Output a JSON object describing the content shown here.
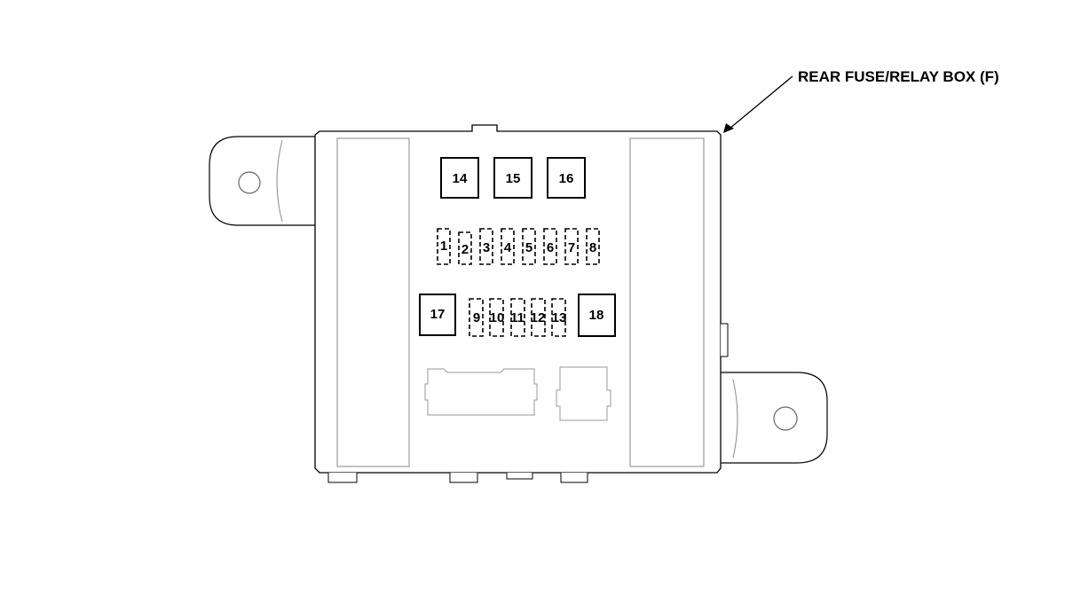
{
  "callout": {
    "label": "REAR FUSE/RELAY BOX (F)"
  },
  "top_relays": [
    "14",
    "15",
    "16"
  ],
  "mini_fuses_row1": [
    "1",
    "2",
    "3",
    "4",
    "5",
    "6",
    "7",
    "8"
  ],
  "side_relays": {
    "left": "17",
    "right": "18"
  },
  "mini_fuses_row2": [
    "9",
    "10",
    "11",
    "12",
    "13"
  ],
  "colors": {
    "line": "#000000",
    "light_line": "#8a8a8a",
    "fill": "#ffffff"
  }
}
